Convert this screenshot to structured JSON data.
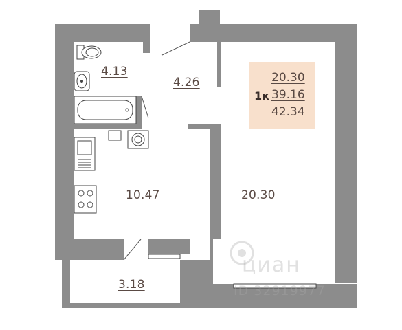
{
  "rooms": {
    "bathroom": {
      "area": "4.13"
    },
    "hallway": {
      "area": "4.26"
    },
    "kitchen": {
      "area": "10.47"
    },
    "living_room": {
      "area": "20.30"
    },
    "balcony": {
      "area": "3.18"
    }
  },
  "summary": {
    "type": "1к",
    "living_area": "20.30",
    "total_area": "39.16",
    "area_with_balcony": "42.34"
  },
  "colors": {
    "wall": "#8c8c8c",
    "label": "#5a4a44",
    "summary_bg": "#f8e0cc",
    "line": "#444444"
  },
  "watermark": {
    "brand": "циан",
    "id": "ID 32919977"
  }
}
